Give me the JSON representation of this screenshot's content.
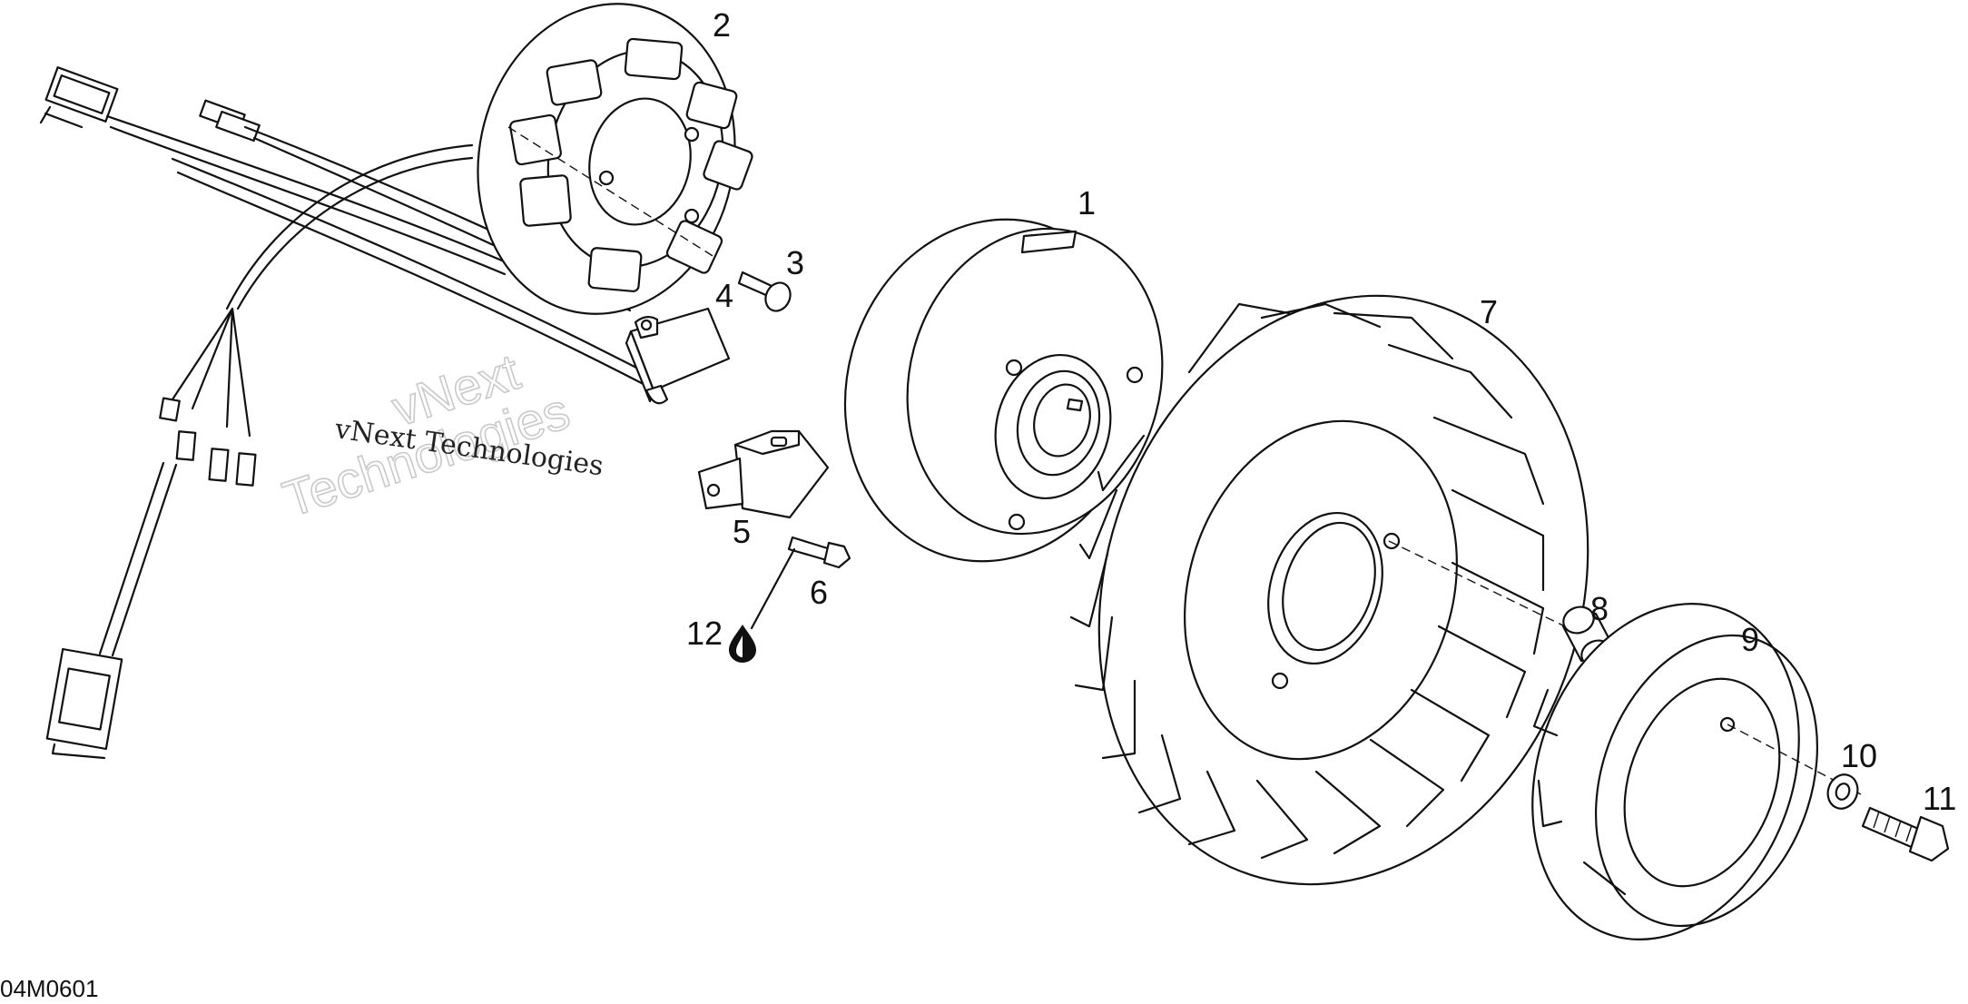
{
  "diagram": {
    "drawing_code": "04M0601",
    "watermark": {
      "line1": "vNext Technologies",
      "ghost_a": "vNext",
      "ghost_b": "Technologies"
    },
    "callouts": [
      {
        "id": "callout-1",
        "label": "1"
      },
      {
        "id": "callout-2",
        "label": "2"
      },
      {
        "id": "callout-3",
        "label": "3"
      },
      {
        "id": "callout-4",
        "label": "4"
      },
      {
        "id": "callout-5",
        "label": "5"
      },
      {
        "id": "callout-6",
        "label": "6"
      },
      {
        "id": "callout-7",
        "label": "7"
      },
      {
        "id": "callout-8",
        "label": "8"
      },
      {
        "id": "callout-9",
        "label": "9"
      },
      {
        "id": "callout-10",
        "label": "10"
      },
      {
        "id": "callout-11",
        "label": "11"
      },
      {
        "id": "callout-12",
        "label": "12"
      }
    ],
    "icons": {
      "adhesive": "drop-icon"
    }
  }
}
